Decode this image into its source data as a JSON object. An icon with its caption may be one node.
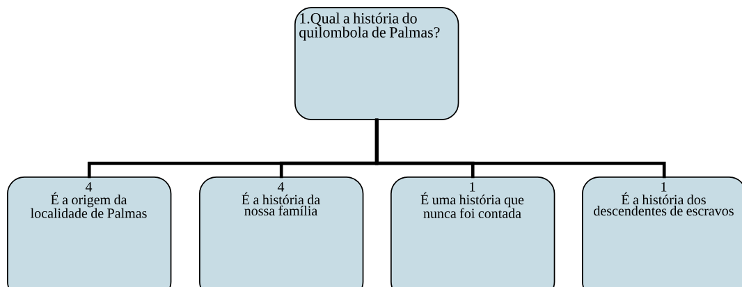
{
  "diagram": {
    "nodes": [
      {
        "text": [
          "1.Qual a história do quilombola de Palmas?"
        ]
      },
      {
        "text": [
          "4",
          "É a origem da localidade de Palmas"
        ]
      },
      {
        "text": [
          "4",
          "É a história da nossa família"
        ]
      },
      {
        "text": [
          "1",
          "É uma história que nunca foi contada"
        ]
      },
      {
        "text": [
          "1",
          "É a história dos descendentes de escravos"
        ]
      }
    ],
    "edges": [
      {
        "from": 0,
        "to": 1,
        "arrow": "none"
      },
      {
        "from": 0,
        "to": 2,
        "arrow": "none"
      },
      {
        "from": 0,
        "to": 3,
        "arrow": "none"
      },
      {
        "from": 0,
        "to": 4,
        "arrow": "none"
      }
    ]
  }
}
